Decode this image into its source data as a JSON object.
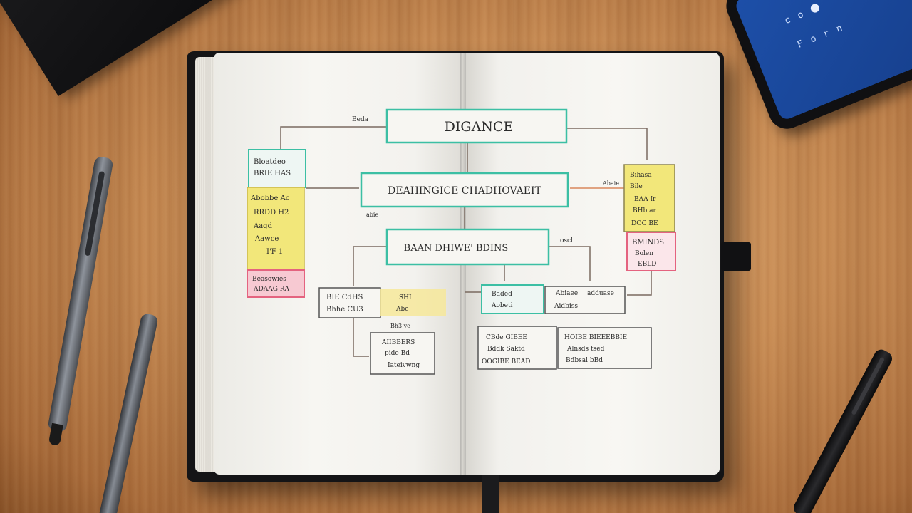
{
  "scene": {
    "tablet_text": [
      "c o",
      "F o r n"
    ],
    "colors": {
      "teal": "#3cbfa4",
      "yellow": "#f2e77a",
      "pink": "#e4637f",
      "ink": "#2b2b2b",
      "line_orange": "#d9875c"
    }
  },
  "diagram": {
    "title": "DIGANCE",
    "center_box": "DEAHINGICE CHADHOVAEIT",
    "lower_center_box": "BAAN DHIWE' BDINS",
    "small_labels": {
      "top_left": "Beda",
      "left_mid": "abie",
      "right_mid": "Abaie",
      "right_lower": "oscl"
    },
    "left_column": {
      "header_lines": [
        "Bloatdeo",
        "BRIE HAS"
      ],
      "yellow_lines": [
        "Abobbe Ac",
        "RRDD H2",
        "Aagd",
        "Aawce",
        "I'F 1"
      ],
      "pink_lines": [
        "Beasowies",
        "ADAAG RA"
      ]
    },
    "right_column": {
      "yellow_lines": [
        "Bihasa",
        "Bile",
        "BAA Ir",
        "BHb ar",
        "DOC BE"
      ],
      "pink_lines": [
        "BMINDS",
        "Bolen",
        "EBLD"
      ]
    },
    "lower_left": {
      "box_lines": [
        "BIE CdHS",
        "Bhhe CU3"
      ],
      "yellow_lines": [
        "SHL",
        "Abe"
      ]
    },
    "lower_left_sub": {
      "label": "Bh3 ve",
      "lines": [
        "AIIBBERS",
        "pide  Bd",
        "Iateivwng"
      ]
    },
    "mid_right": {
      "teal_lines": [
        "Baded",
        "Aobeti"
      ],
      "box_lines": [
        "Abiaee",
        "adduase",
        "Aidbiss"
      ]
    },
    "bottom_right_left": {
      "lines": [
        "CBde   GIBEE",
        "Bddk   Saktd",
        "OOGIBE BEAD"
      ]
    },
    "bottom_right_right": {
      "lines": [
        "HOIBE  BIEEEBBIE",
        "Alnsds   tsed",
        "Bdbsal   bBd"
      ]
    }
  }
}
